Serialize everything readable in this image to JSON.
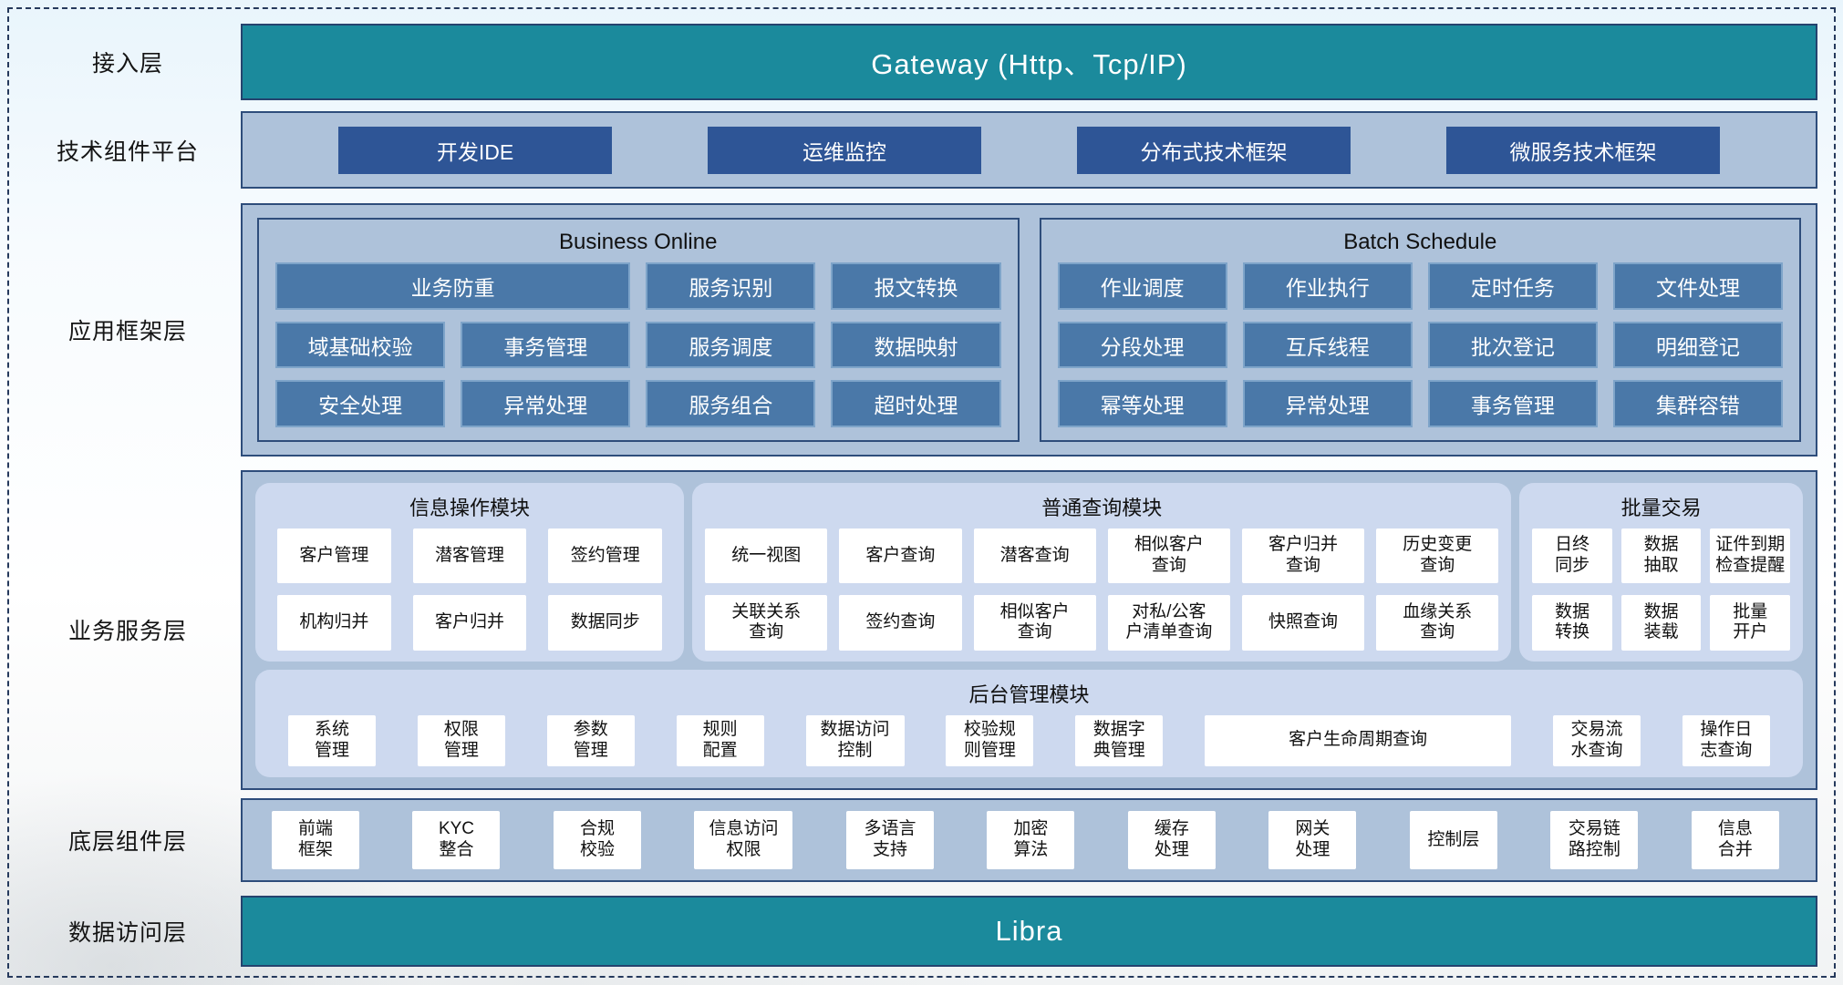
{
  "left_labels": [
    "接入层",
    "技术组件平台",
    "应用框架层",
    "业务服务层",
    "底层组件层",
    "数据访问层"
  ],
  "access_layer": {
    "gateway_label": "Gateway (Http、Tcp/IP)"
  },
  "tech_platform": {
    "buttons": [
      "开发IDE",
      "运维监控",
      "分布式技术框架",
      "微服务技术框架"
    ]
  },
  "app_framework": {
    "business_online": {
      "title": "Business Online",
      "buttons": [
        "业务防重",
        "服务识别",
        "报文转换",
        "域基础校验",
        "事务管理",
        "服务调度",
        "数据映射",
        "安全处理",
        "异常处理",
        "服务组合",
        "超时处理"
      ]
    },
    "batch_schedule": {
      "title": "Batch Schedule",
      "buttons": [
        "作业调度",
        "作业执行",
        "定时任务",
        "文件处理",
        "分段处理",
        "互斥线程",
        "批次登记",
        "明细登记",
        "幂等处理",
        "异常处理",
        "事务管理",
        "集群容错"
      ]
    }
  },
  "business_service": {
    "info_module": {
      "title": "信息操作模块",
      "cards": [
        "客户管理",
        "潜客管理",
        "签约管理",
        "机构归并",
        "客户归并",
        "数据同步"
      ]
    },
    "query_module": {
      "title": "普通查询模块",
      "cards": [
        "统一视图",
        "客户查询",
        "潜客查询",
        "相似客户\n查询",
        "客户归并\n查询",
        "历史变更\n查询",
        "关联关系\n查询",
        "签约查询",
        "相似客户\n查询",
        "对私/公客\n户清单查询",
        "快照查询",
        "血缘关系\n查询"
      ]
    },
    "batch_module": {
      "title": "批量交易",
      "cards": [
        "日终\n同步",
        "数据\n抽取",
        "证件到期\n检查提醒",
        "数据\n转换",
        "数据\n装载",
        "批量\n开户"
      ]
    },
    "admin_module": {
      "title": "后台管理模块",
      "cards": [
        "系统\n管理",
        "权限\n管理",
        "参数\n管理",
        "规则\n配置",
        "数据访问\n控制",
        "校验规\n则管理",
        "数据字\n典管理",
        "客户生命周期查询",
        "交易流\n水查询",
        "操作日\n志查询"
      ]
    }
  },
  "base_components": {
    "cards": [
      "前端\n框架",
      "KYC\n整合",
      "合规\n校验",
      "信息访问\n权限",
      "多语言\n支持",
      "加密\n算法",
      "缓存\n处理",
      "网关\n处理",
      "控制层",
      "交易链\n路控制",
      "信息\n合并"
    ]
  },
  "data_access": {
    "bar_label": "Libra"
  },
  "colors": {
    "teal": "#1b8a9c",
    "dark_blue_button": "#2e5596",
    "steel_blue_button": "#4a78a8",
    "panel_fill": "#aec2da",
    "panel_border": "#2e4d7b",
    "module_fill": "#cdd9ef",
    "dashed_border": "#25395c",
    "card_fill": "#ffffff"
  }
}
